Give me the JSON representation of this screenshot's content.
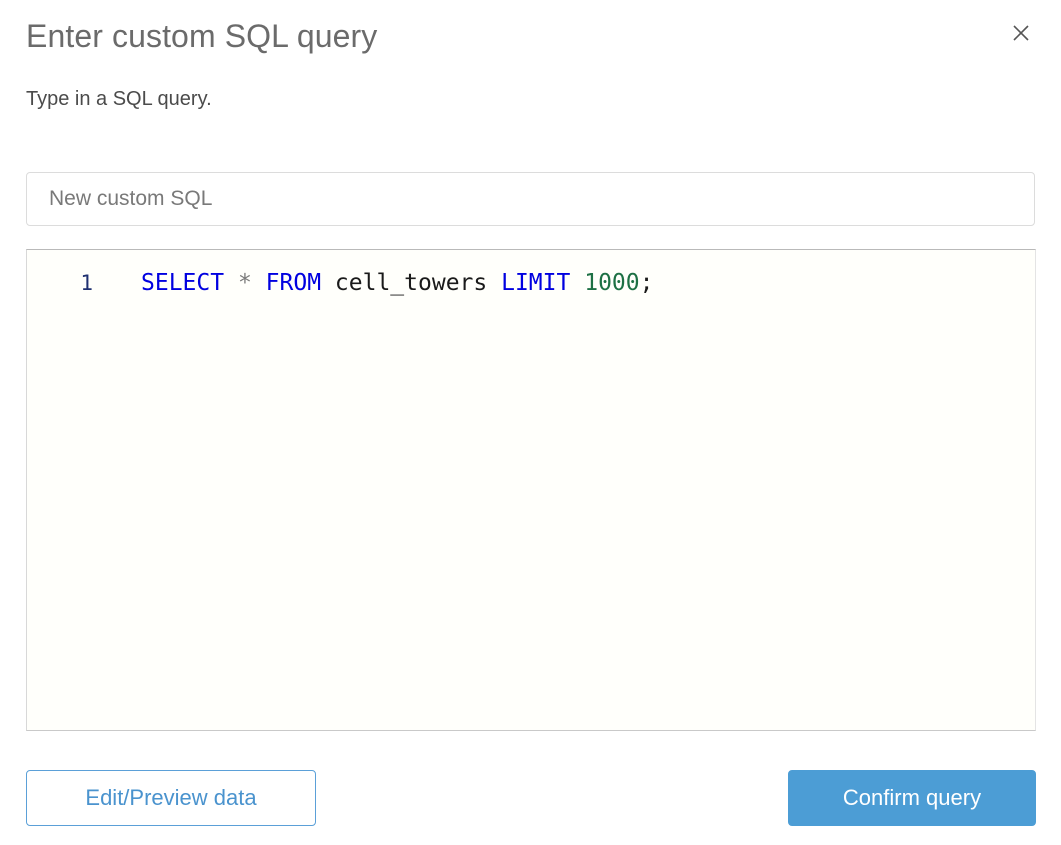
{
  "dialog": {
    "title": "Enter custom SQL query",
    "subtitle": "Type in a SQL query.",
    "close_icon": "close-icon"
  },
  "name_field": {
    "value": "",
    "placeholder": "New custom SQL"
  },
  "editor": {
    "line_number": "1",
    "query": "SELECT * FROM cell_towers LIMIT 1000;",
    "tokens": [
      {
        "text": "SELECT",
        "kind": "keyword"
      },
      {
        "text": " ",
        "kind": "space"
      },
      {
        "text": "*",
        "kind": "star"
      },
      {
        "text": " ",
        "kind": "space"
      },
      {
        "text": "FROM",
        "kind": "keyword"
      },
      {
        "text": " ",
        "kind": "space"
      },
      {
        "text": "cell_towers",
        "kind": "identifier"
      },
      {
        "text": " ",
        "kind": "space"
      },
      {
        "text": "LIMIT",
        "kind": "keyword"
      },
      {
        "text": " ",
        "kind": "space"
      },
      {
        "text": "1000",
        "kind": "number"
      },
      {
        "text": ";",
        "kind": "punct"
      }
    ]
  },
  "footer": {
    "secondary_label": "Edit/Preview data",
    "primary_label": "Confirm query"
  },
  "colors": {
    "primary_blue": "#4c9dd5",
    "secondary_border": "#5ba0d8",
    "secondary_text": "#4a93ce",
    "title_gray": "#6b6b6b",
    "subtitle_gray": "#4b4b4b",
    "placeholder_gray": "#797979",
    "keyword_blue": "#0000e0",
    "number_green": "#1d7044",
    "gutter_navy": "#1f3070",
    "editor_bg": "#fffffb"
  }
}
